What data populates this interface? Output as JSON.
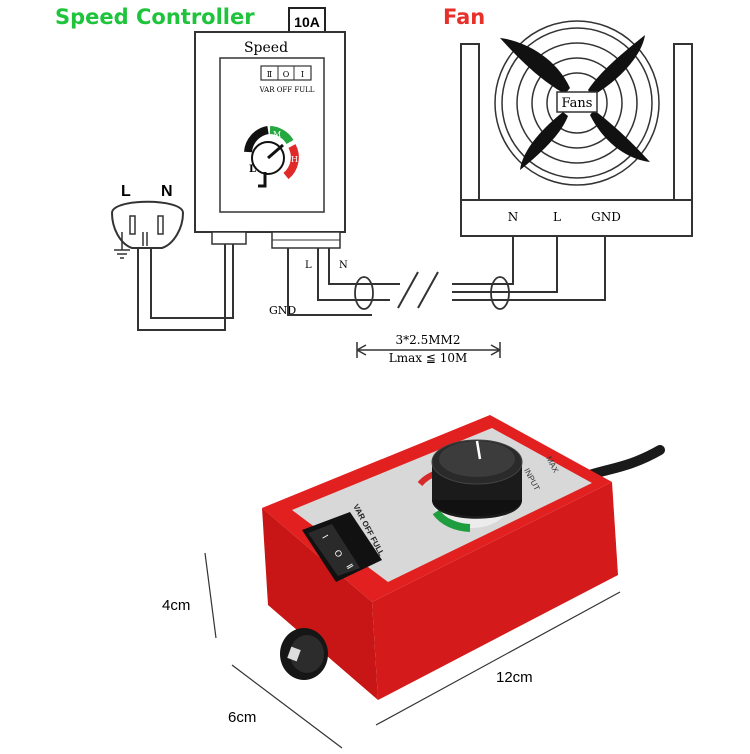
{
  "diagram": {
    "title_controller": "Speed Controller",
    "title_fan": "Fan",
    "rating": "10A",
    "controller_label": "Speed",
    "switch_labels": "VAR OFF FULL",
    "switch_glyphs": [
      "Ⅱ",
      "O",
      "I"
    ],
    "dial_l": "L",
    "dial_m": "M",
    "dial_h": "H",
    "plug_l": "L",
    "plug_n": "N",
    "ctrl_l": "L",
    "ctrl_n": "N",
    "gnd_left": "GND",
    "fan_label": "Fans",
    "fan_n": "N",
    "fan_l": "L",
    "fan_gnd": "GND",
    "cable_spec": "3*2.5MM2",
    "cable_length": "Lmax ≦ 10M"
  },
  "product": {
    "switch_labels": "VAR OFF FULL",
    "switch_glyphs": [
      "Ⅱ",
      "O",
      "I"
    ],
    "panel_text_input": "INPUT",
    "panel_text_max": "MAX",
    "dim_height": "4cm",
    "dim_width": "6cm",
    "dim_length": "12cm"
  },
  "colors": {
    "title_green": "#1ec43b",
    "title_red": "#e8302a",
    "housing_red": "#e32020",
    "panel_grey": "#d8d8d8"
  }
}
